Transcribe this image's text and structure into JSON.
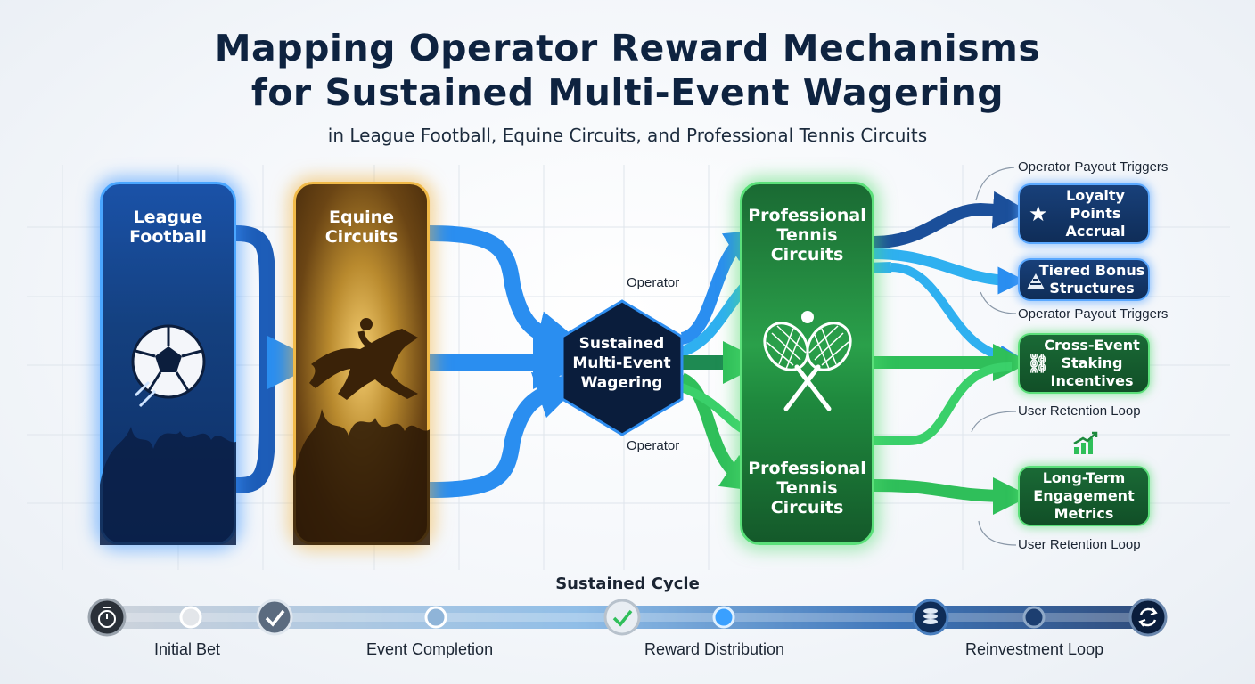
{
  "title": {
    "line1": "Mapping Operator Reward Mechanisms",
    "line2": "for Sustained Multi-Event Wagering",
    "subtitle": "in League Football, Equine Circuits, and Professional Tennis Circuits"
  },
  "sources": {
    "football": {
      "line1": "League",
      "line2": "Football",
      "icon": "soccer-ball-icon"
    },
    "equine": {
      "line1": "Equine",
      "line2": "Circuits",
      "icon": "racehorse-icon"
    },
    "tennis": {
      "line1": "Professional",
      "line2": "Tennis",
      "line3": "Circuits",
      "bottom_line1": "Professional",
      "bottom_line2": "Tennis",
      "bottom_line3": "Circuits",
      "icon": "tennis-rackets-icon"
    }
  },
  "hub": {
    "line1": "Sustained",
    "line2": "Multi-Event",
    "line3": "Wagering",
    "top_note": "Operator",
    "bottom_note": "Operator"
  },
  "outcomes": [
    {
      "line1": "Loyalty",
      "line2": "Points",
      "line3": "Accrual",
      "icon": "star-icon"
    },
    {
      "line1": "Tiered Bonus",
      "line2": "Structures",
      "line3": "",
      "icon": "pyramid-icon"
    },
    {
      "line1": "Cross-Event",
      "line2": "Staking",
      "line3": "Incentives",
      "icon": "chain-link-icon"
    },
    {
      "line1": "Long-Term",
      "line2": "Engagement",
      "line3": "Metrics",
      "icon": "growth-chart-icon"
    }
  ],
  "annotations": {
    "payout_top": "Operator Payout Triggers",
    "payout_mid": "Operator Payout Triggers",
    "retention_mid": "User Retention Loop",
    "retention_bottom": "User Retention Loop"
  },
  "timeline": {
    "title": "Sustained Cycle",
    "stages": [
      "Initial Bet",
      "Event Completion",
      "Reward Distribution",
      "Reinvestment Loop"
    ]
  },
  "colors": {
    "navy": "#0e2340",
    "blue": "#1e6fd0",
    "gold": "#f0b948",
    "green": "#2aa04a"
  }
}
